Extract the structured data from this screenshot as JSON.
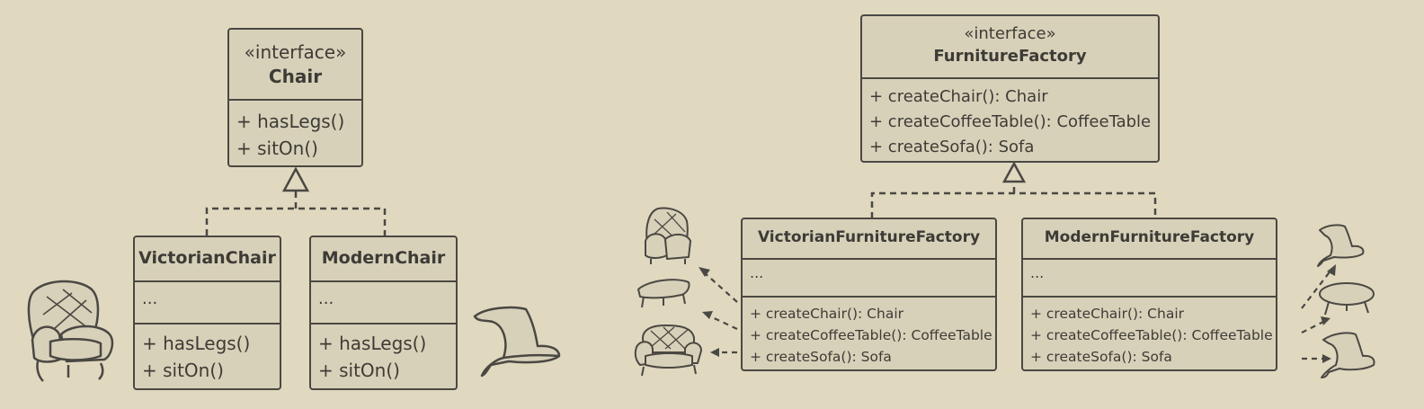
{
  "left": {
    "interface": {
      "stereotype": "«interface»",
      "name": "Chair",
      "methods": [
        "+ hasLegs()",
        "+ sitOn()"
      ]
    },
    "classes": [
      {
        "name": "VictorianChair",
        "fields": "...",
        "methods": [
          "+ hasLegs()",
          "+ sitOn()"
        ]
      },
      {
        "name": "ModernChair",
        "fields": "...",
        "methods": [
          "+ hasLegs()",
          "+ sitOn()"
        ]
      }
    ]
  },
  "right": {
    "interface": {
      "stereotype": "«interface»",
      "name": "FurnitureFactory",
      "methods": [
        "+ createChair(): Chair",
        "+ createCoffeeTable(): CoffeeTable",
        "+ createSofa(): Sofa"
      ]
    },
    "classes": [
      {
        "name": "VictorianFurnitureFactory",
        "fields": "...",
        "methods": [
          "+ createChair(): Chair",
          "+ createCoffeeTable(): CoffeeTable",
          "+ createSofa(): Sofa"
        ]
      },
      {
        "name": "ModernFurnitureFactory",
        "fields": "...",
        "methods": [
          "+ createChair(): Chair",
          "+ createCoffeeTable(): CoffeeTable",
          "+ createSofa(): Sofa"
        ]
      }
    ]
  },
  "illustrations": [
    "victorian-armchair-icon",
    "modern-chair-icon",
    "victorian-chair-small-icon",
    "victorian-coffee-table-icon",
    "victorian-sofa-icon",
    "modern-chair-small-icon",
    "modern-coffee-table-icon",
    "modern-sofa-icon"
  ],
  "colors": {
    "background": "#e0d8bf",
    "box_fill": "#d8d1b9",
    "stroke": "#4a4843",
    "text": "#3d3b36"
  }
}
